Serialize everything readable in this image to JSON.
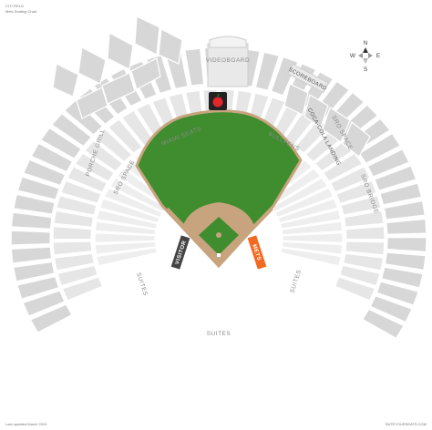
{
  "header": {
    "venue_name": "CITI FIELD",
    "chart_subtitle": "Mets Seating Chart"
  },
  "compass": {
    "n": "N",
    "s": "S",
    "e": "E",
    "w": "W"
  },
  "areas": {
    "videoboard": "VIDEOBOARD",
    "scoreboard": "SCOREBOARD",
    "coca_cola_landing": "COCA-COLA LANDING",
    "porch_grill": "PORCHE GRILL",
    "sro_space_left": "SRO SPACE",
    "sro_space_right": "SRO SPACE",
    "sro_bridge": "SRO BRIDGE",
    "miami_seats": "MIAMI SEATS",
    "bullpens": "BULLPENS",
    "suites_left": "SUITES",
    "suites_right": "SUITES",
    "suites_bottom": "SUITES"
  },
  "dugouts": {
    "visitor": {
      "label": "VISITOR",
      "color": "#444444"
    },
    "home": {
      "label": "METS",
      "color": "#f26a21"
    }
  },
  "colors": {
    "field": "#3f8d2f",
    "dirt": "#c8a47e",
    "seat": "#d7d7d7",
    "background": "#ffffff"
  },
  "icons": {
    "apple": "home-run-apple-icon"
  },
  "footer": {
    "left_note": "Last updated March 2019",
    "right_note": "RATEYOURSEATS.COM"
  }
}
